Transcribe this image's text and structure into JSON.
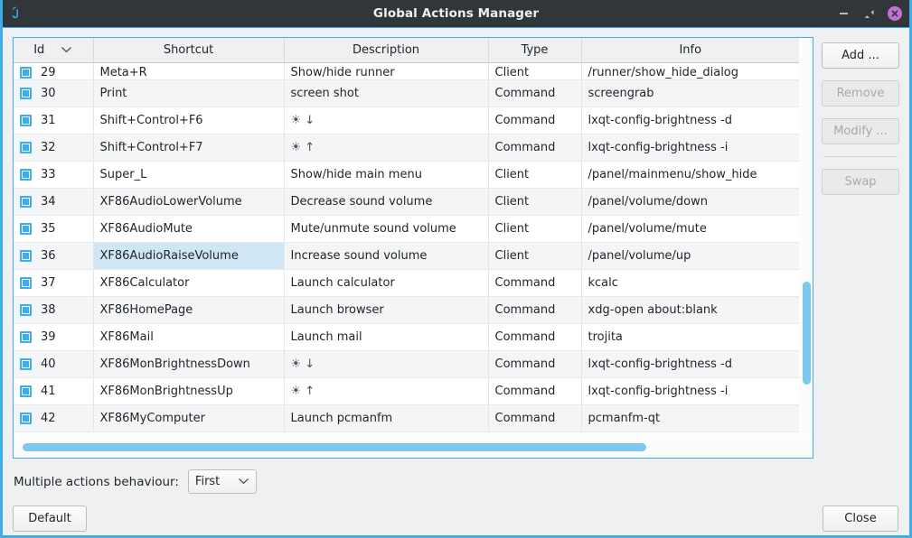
{
  "window": {
    "title": "Global Actions Manager",
    "app_icon": "lxqt-globalkeys-icon",
    "controls": {
      "minimize": "minimize-icon",
      "maximize": "maximize-icon",
      "close": "close-icon"
    },
    "accent_color": "#3daee9",
    "titlebar_color": "#31363b",
    "close_button_color": "#c571d4"
  },
  "table": {
    "columns": [
      {
        "key": "id",
        "label": "Id",
        "sort_indicator": "chevron-down-icon"
      },
      {
        "key": "shortcut",
        "label": "Shortcut"
      },
      {
        "key": "description",
        "label": "Description"
      },
      {
        "key": "type",
        "label": "Type"
      },
      {
        "key": "info",
        "label": "Info"
      }
    ],
    "rows": [
      {
        "id": "29",
        "checked": true,
        "clipped": true,
        "shortcut": "Meta+R",
        "description": "Show/hide runner",
        "type": "Client",
        "info": "/runner/show_hide_dialog"
      },
      {
        "id": "30",
        "checked": true,
        "shortcut": "Print",
        "description": "screen shot",
        "type": "Command",
        "info": "screengrab"
      },
      {
        "id": "31",
        "checked": true,
        "shortcut": "Shift+Control+F6",
        "description": "☀ ↓",
        "description_is_glyph": true,
        "type": "Command",
        "info": "lxqt-config-brightness -d"
      },
      {
        "id": "32",
        "checked": true,
        "shortcut": "Shift+Control+F7",
        "description": "☀ ↑",
        "description_is_glyph": true,
        "type": "Command",
        "info": "lxqt-config-brightness -i"
      },
      {
        "id": "33",
        "checked": true,
        "shortcut": "Super_L",
        "description": "Show/hide main menu",
        "type": "Client",
        "info": "/panel/mainmenu/show_hide"
      },
      {
        "id": "34",
        "checked": true,
        "shortcut": "XF86AudioLowerVolume",
        "description": "Decrease sound volume",
        "type": "Client",
        "info": "/panel/volume/down"
      },
      {
        "id": "35",
        "checked": true,
        "shortcut": "XF86AudioMute",
        "description": "Mute/unmute sound volume",
        "type": "Client",
        "info": "/panel/volume/mute"
      },
      {
        "id": "36",
        "checked": true,
        "selected": true,
        "shortcut": "XF86AudioRaiseVolume",
        "description": "Increase sound volume",
        "type": "Client",
        "info": "/panel/volume/up"
      },
      {
        "id": "37",
        "checked": true,
        "shortcut": "XF86Calculator",
        "description": "Launch calculator",
        "type": "Command",
        "info": "kcalc"
      },
      {
        "id": "38",
        "checked": true,
        "shortcut": "XF86HomePage",
        "description": "Launch browser",
        "type": "Command",
        "info": "xdg-open about:blank"
      },
      {
        "id": "39",
        "checked": true,
        "shortcut": "XF86Mail",
        "description": "Launch mail",
        "type": "Command",
        "info": "trojita"
      },
      {
        "id": "40",
        "checked": true,
        "shortcut": "XF86MonBrightnessDown",
        "description": "☀ ↓",
        "description_is_glyph": true,
        "type": "Command",
        "info": "lxqt-config-brightness -d"
      },
      {
        "id": "41",
        "checked": true,
        "shortcut": "XF86MonBrightnessUp",
        "description": "☀ ↑",
        "description_is_glyph": true,
        "type": "Command",
        "info": "lxqt-config-brightness -i"
      },
      {
        "id": "42",
        "checked": true,
        "shortcut": "XF86MyComputer",
        "description": "Launch pcmanfm",
        "type": "Command",
        "info": "pcmanfm-qt"
      }
    ]
  },
  "side_buttons": [
    {
      "label": "Add ...",
      "name": "add-button",
      "enabled": true
    },
    {
      "label": "Remove",
      "name": "remove-button",
      "enabled": false
    },
    {
      "label": "Modify ...",
      "name": "modify-button",
      "enabled": false
    },
    {
      "label": "Swap",
      "name": "swap-button",
      "enabled": false
    }
  ],
  "bottom": {
    "behaviour_label": "Multiple actions behaviour:",
    "behaviour_value": "First",
    "default_button": "Default",
    "close_button": "Close"
  }
}
